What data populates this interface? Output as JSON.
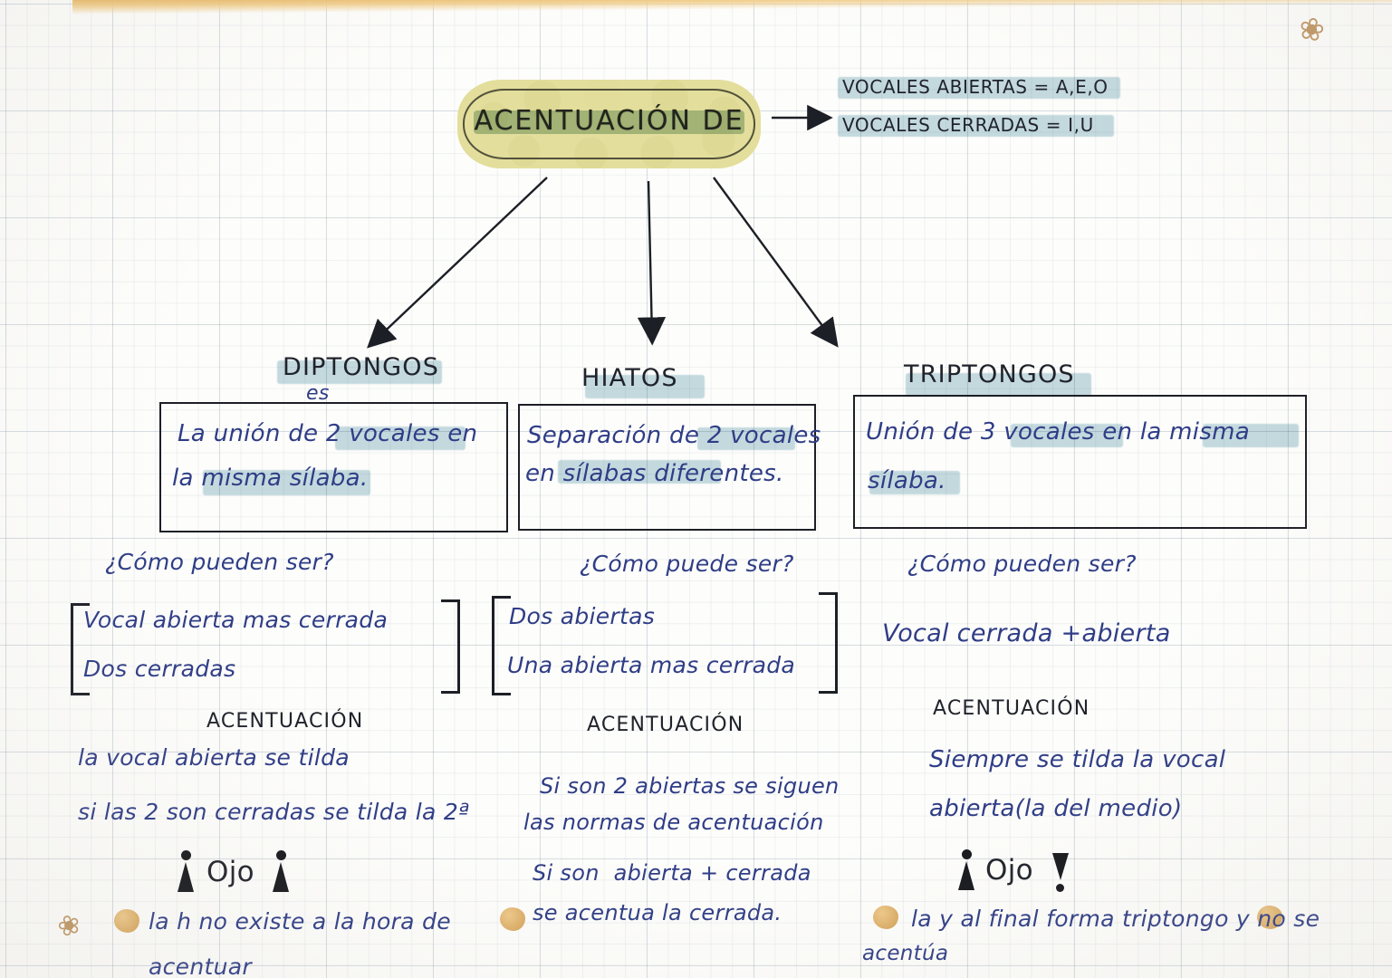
{
  "page": {
    "kind": "handwritten-study-notes",
    "language": "es",
    "ink_color": "#2f3d86",
    "marker_color": "#7eb0be",
    "highlighter_title_color": "#e3de9c"
  },
  "title": {
    "text": "ACENTUACIÓN DE"
  },
  "legend": {
    "line1": "VOCALES ABIERTAS = A,E,O",
    "line2": "VOCALES CERRADAS = I,U"
  },
  "columns": [
    {
      "heading": "DIPTONGOS",
      "side_note": "es",
      "definition_line1": "La unión de 2 vocales en",
      "definition_line2": "la misma sílaba.",
      "question": "¿Cómo pueden ser?",
      "options": [
        "Vocal abierta mas cerrada",
        "Dos cerradas"
      ],
      "rule_heading": "ACENTUACIÓN",
      "rule_lines": [
        "la vocal abierta se tilda",
        "si las 2 son cerradas se tilda la 2ª"
      ],
      "warning_label": "Ojo",
      "warning_lines": [
        "la h no existe a la hora de",
        "acentuar"
      ]
    },
    {
      "heading": "HIATOS",
      "side_note": "",
      "definition_line1": "Separación de 2 vocales",
      "definition_line2": "en sílabas diferentes.",
      "question": "¿Cómo puede ser?",
      "options": [
        "Dos abiertas",
        "Una abierta mas cerrada"
      ],
      "rule_heading": "ACENTUACIÓN",
      "rule_lines": [
        "Si son 2 abiertas se siguen",
        "las normas de acentuación",
        "Si son  abierta + cerrada",
        "se acentua la cerrada."
      ],
      "warning_label": "",
      "warning_lines": []
    },
    {
      "heading": "TRIPTONGOS",
      "side_note": "",
      "definition_line1": "Unión de 3 vocales en la misma",
      "definition_line2": "sílaba.",
      "question": "¿Cómo pueden ser?",
      "options": [
        "Vocal cerrada +abierta"
      ],
      "rule_heading": "ACENTUACIÓN",
      "rule_lines": [
        "Siempre se tilda la vocal",
        "abierta(la del medio)"
      ],
      "warning_label": "Ojo",
      "warning_lines": [
        "la y al final forma triptongo y no se",
        "acentúa"
      ]
    }
  ]
}
